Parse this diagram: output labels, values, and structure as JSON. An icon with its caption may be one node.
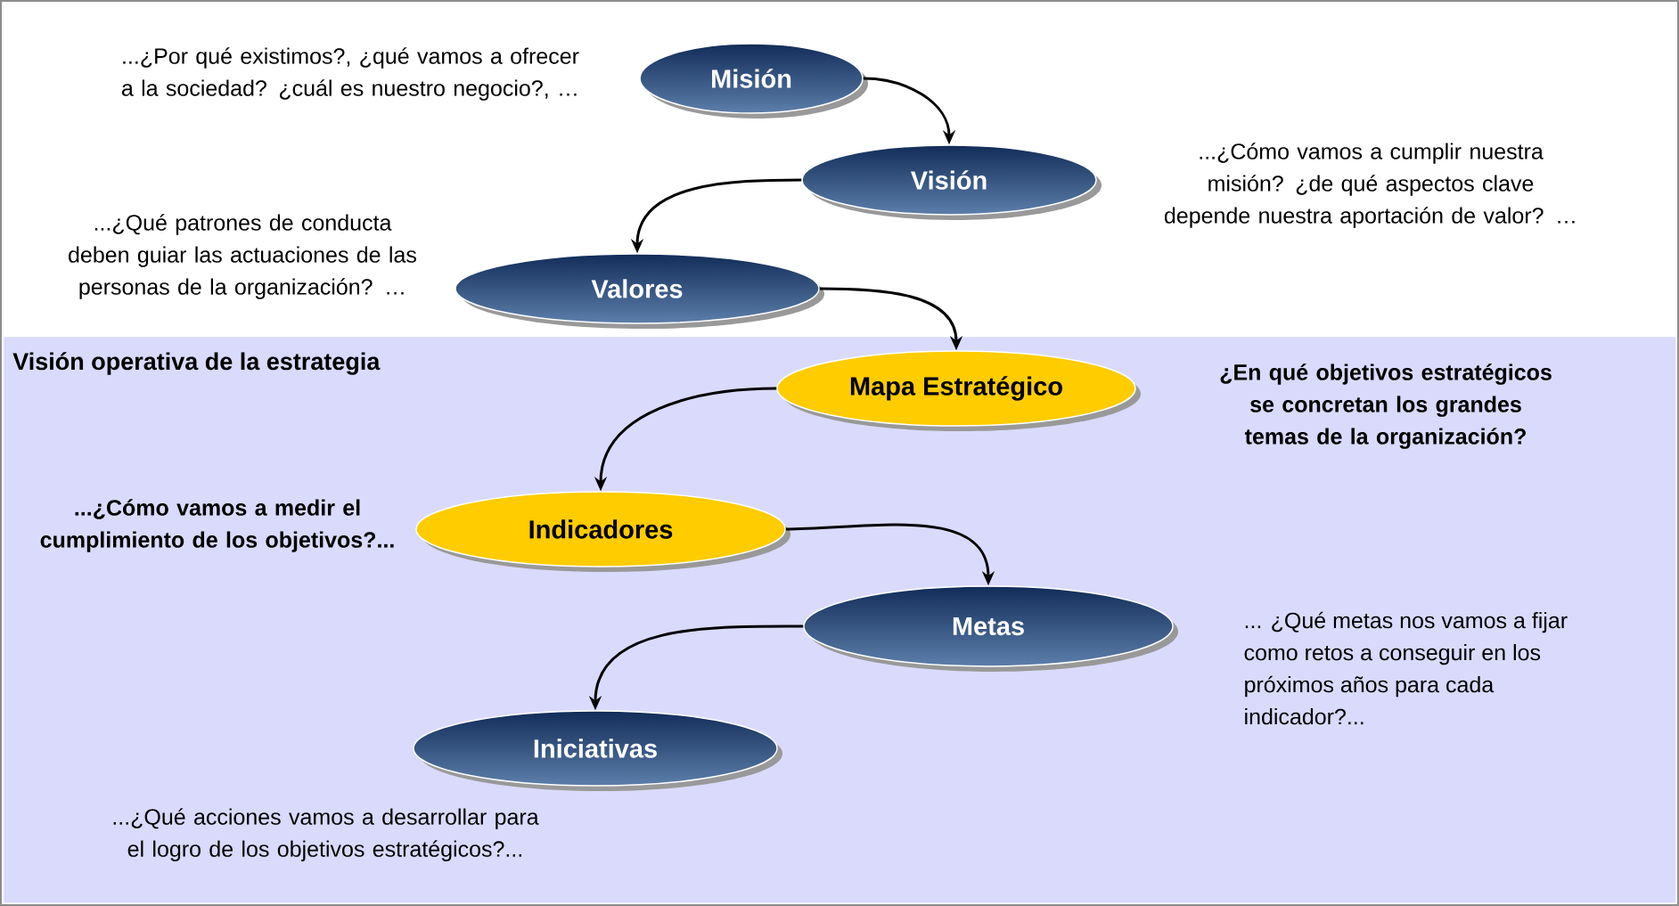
{
  "diagram": {
    "nodes": [
      {
        "text": [
          "Misión"
        ],
        "beside": [
          "...¿Por qué existimos?, ¿qué vamos a ofrecer a la sociedad? ¿cuál es nuestro negocio?, …"
        ]
      },
      {
        "text": [
          "Visión"
        ],
        "beside": [
          "...¿Cómo vamos a cumplir nuestra misión? ¿de qué aspectos clave depende nuestra aportación de valor? …"
        ]
      },
      {
        "text": [
          "Valores"
        ],
        "beside": [
          "...¿Qué patrones de conducta deben guiar las actuaciones de las personas de la organización? …"
        ]
      },
      {
        "text": [
          "Visión operativa de la estrategia"
        ]
      },
      {
        "text": [
          "Mapa Estratégico"
        ],
        "in": 3,
        "beside": [
          "¿En qué objetivos estratégicos se concretan los grandes temas de la organización?"
        ]
      },
      {
        "text": [
          "Indicadores"
        ],
        "in": 3,
        "beside": [
          "...¿Cómo vamos a medir el cumplimiento de los objetivos?..."
        ]
      },
      {
        "text": [
          "Metas"
        ],
        "in": 3,
        "beside": [
          "... ¿Qué metas nos vamos a fijar como retos a conseguir en los próximos años para cada indicador?..."
        ]
      },
      {
        "text": [
          "Iniciativas"
        ],
        "in": 3,
        "beside": [
          "...¿Qué acciones vamos a desarrollar para el logro de los objetivos estratégicos?..."
        ]
      }
    ],
    "edges": [
      {
        "from": 0,
        "to": 1,
        "arrow": "to"
      },
      {
        "from": 1,
        "to": 2,
        "arrow": "to"
      },
      {
        "from": 2,
        "to": 4,
        "arrow": "to"
      },
      {
        "from": 4,
        "to": 5,
        "arrow": "to"
      },
      {
        "from": 5,
        "to": 6,
        "arrow": "to"
      },
      {
        "from": 6,
        "to": 7,
        "arrow": "to"
      }
    ]
  }
}
